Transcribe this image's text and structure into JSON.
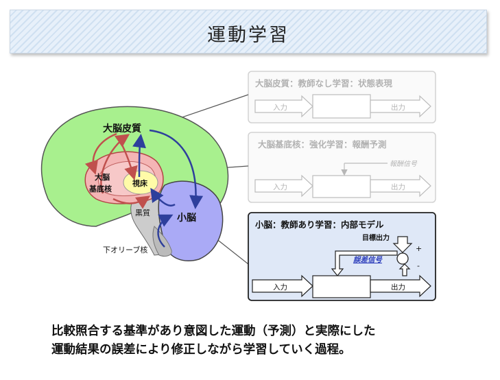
{
  "slide": {
    "title": "運動学習",
    "caption_line1": "比較照合する基準があり意図した運動（予測）と実際にした",
    "caption_line2": "運動結果の誤差により修正しながら学習していく過程。"
  },
  "brain": {
    "cortex_label": "大脳皮質",
    "basal_label1": "大脳",
    "basal_label2": "基底核",
    "thalamus_label": "視床",
    "nigra_label": "黒質",
    "cerebellum_label": "小脳",
    "olive_label": "下オリーブ核"
  },
  "panels": {
    "cortex": {
      "title": "大脳皮質：教師なし学習：状態表現",
      "input": "入力",
      "output": "出力"
    },
    "basal": {
      "title": "大脳基底核：強化学習：報酬予測",
      "signal": "報酬信号",
      "input": "入力",
      "output": "出力"
    },
    "cerebellum": {
      "title": "小脳：教師あり学習：内部モデル",
      "target": "目標出力",
      "error": "誤差信号",
      "plus": "+",
      "minus": "-",
      "input": "入力",
      "output": "出力"
    }
  },
  "colors": {
    "cortex": "#a8f08e",
    "basal": "#f4b5b5",
    "thalamus": "#fffba8",
    "cerebellum": "#aaaaf6",
    "brainstem": "#cccccc",
    "red_arrow": "#c0504d",
    "blue_arrow": "#2e3f9c",
    "panel_active": "#dfe8f7"
  }
}
